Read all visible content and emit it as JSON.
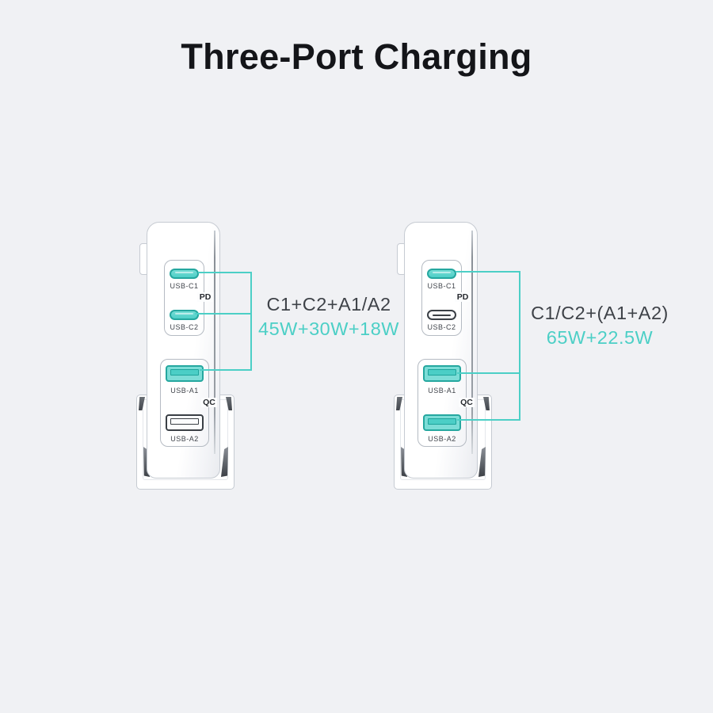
{
  "title": "Three-Port Charging",
  "colors": {
    "background": "#f0f1f4",
    "accent_teal": "#4ccfc6",
    "dark_text": "#3e4248",
    "title_color": "#141519",
    "port_highlight_fill": "#5ed6ce",
    "port_outline_dark": "#3a3f45"
  },
  "chargers": [
    {
      "name": "left-charger",
      "pd_label": "PD",
      "qc_label": "QC",
      "ports": [
        {
          "label": "USB-C1",
          "highlighted": true
        },
        {
          "label": "USB-C2",
          "highlighted": true
        },
        {
          "label": "USB-A1",
          "highlighted": true
        },
        {
          "label": "USB-A2",
          "highlighted": false
        }
      ],
      "annotation": {
        "combo": "C1+C2+A1/A2",
        "power": "45W+30W+18W"
      }
    },
    {
      "name": "right-charger",
      "pd_label": "PD",
      "qc_label": "QC",
      "ports": [
        {
          "label": "USB-C1",
          "highlighted": true
        },
        {
          "label": "USB-C2",
          "highlighted": false
        },
        {
          "label": "USB-A1",
          "highlighted": true
        },
        {
          "label": "USB-A2",
          "highlighted": true
        }
      ],
      "annotation": {
        "combo": "C1/C2+(A1+A2)",
        "power": "65W+22.5W"
      }
    }
  ]
}
